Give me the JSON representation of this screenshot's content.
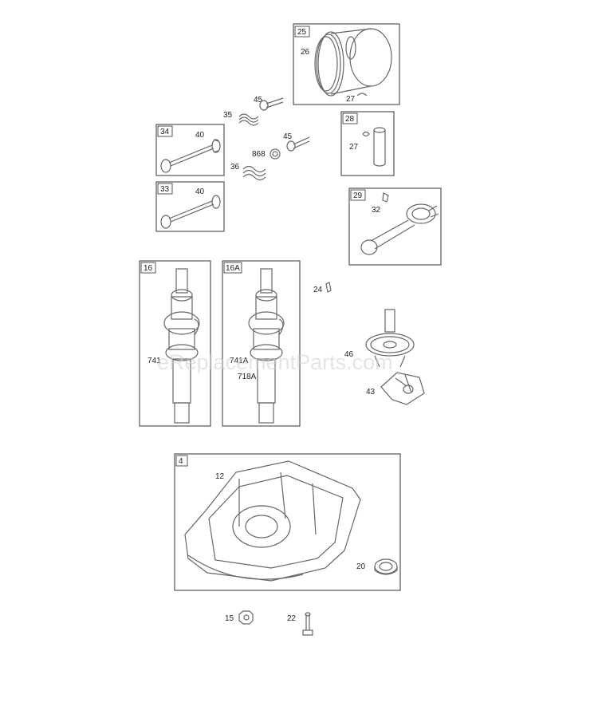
{
  "watermark": "eReplacementParts.com",
  "groups": {
    "g25": {
      "tag": "25",
      "parts": [
        "26",
        "27"
      ]
    },
    "g28": {
      "tag": "28",
      "parts": [
        "27"
      ]
    },
    "g29": {
      "tag": "29",
      "parts": [
        "32"
      ]
    },
    "g34": {
      "tag": "34",
      "parts": [
        "40"
      ]
    },
    "g33": {
      "tag": "33",
      "parts": [
        "40"
      ]
    },
    "g16": {
      "tag": "16",
      "parts": [
        "741"
      ]
    },
    "g16a": {
      "tag": "16A",
      "parts": [
        "741A",
        "718A"
      ]
    },
    "g4": {
      "tag": "4",
      "parts": [
        "12",
        "20"
      ]
    }
  },
  "loose_parts": [
    "45",
    "35",
    "45",
    "868",
    "36",
    "24",
    "46",
    "43",
    "15",
    "22"
  ]
}
